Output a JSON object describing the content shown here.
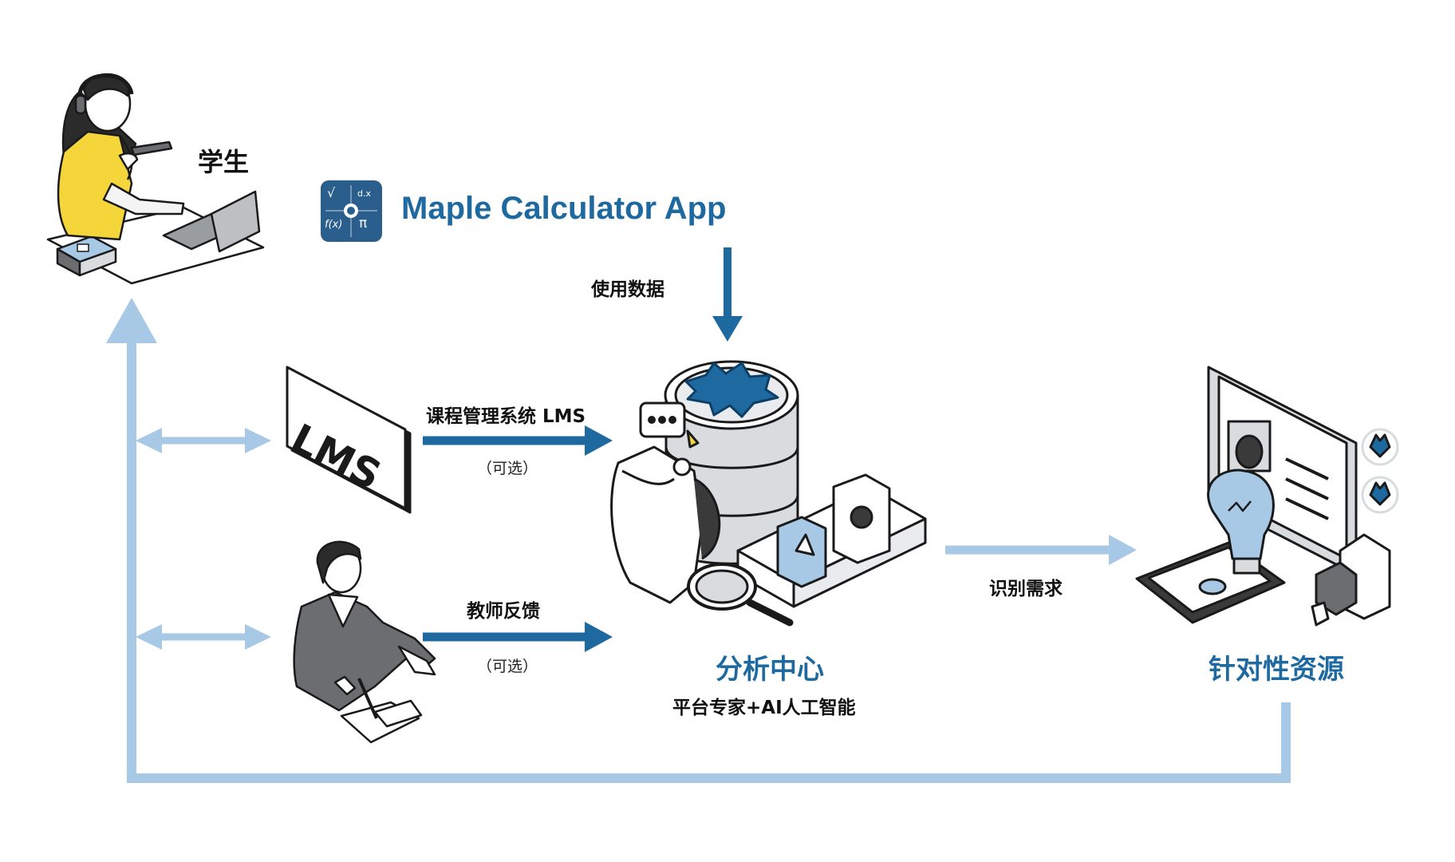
{
  "nodes": {
    "student": {
      "label": "学生"
    },
    "app": {
      "label": "Maple Calculator App"
    },
    "lms": {
      "label": "LMS"
    },
    "center": {
      "title": "分析中心",
      "subtitle": "平台专家+AI人工智能"
    },
    "resources": {
      "title": "针对性资源"
    }
  },
  "edges": {
    "app_to_center": {
      "label": "使用数据"
    },
    "lms_to_center": {
      "label": "课程管理系统 LMS",
      "note": "（可选）"
    },
    "teacher_to_center": {
      "label": "教师反馈",
      "note": "（可选）"
    },
    "center_to_resources": {
      "label": "识别需求"
    }
  },
  "app_icon": {
    "symbols": [
      "√",
      "d.x",
      "f(x)",
      "π"
    ]
  },
  "colors": {
    "dark_blue": "#1e6aa0",
    "light_blue": "#a7c9e6",
    "yellow": "#f5d63a",
    "gray": "#6b6d70",
    "light_gray": "#d9dcdf"
  }
}
